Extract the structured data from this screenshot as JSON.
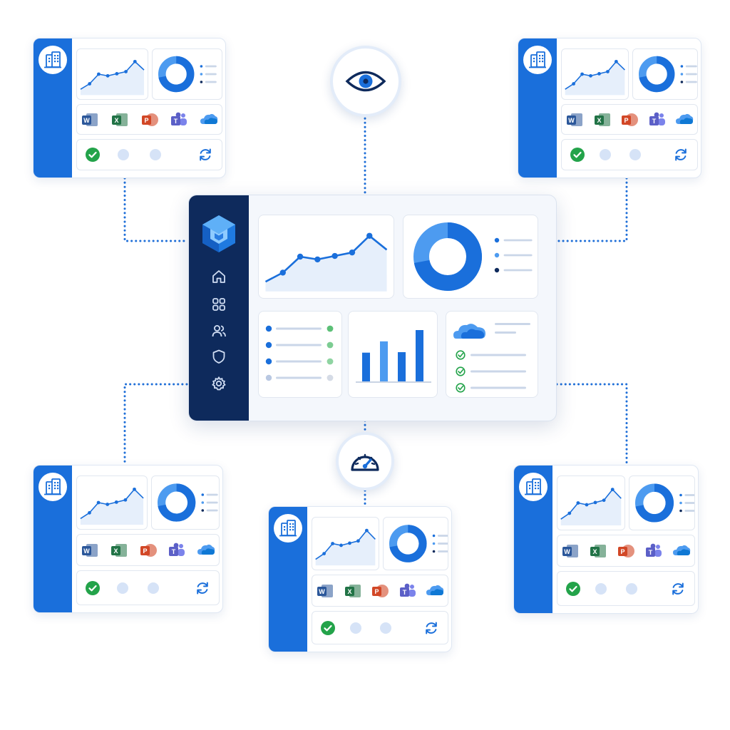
{
  "diagram": {
    "hub": {
      "nav_items": [
        "home-icon",
        "apps-grid-icon",
        "users-icon",
        "shield-icon",
        "gear-icon"
      ],
      "trend_points": [
        0.14,
        0.27,
        0.5,
        0.46,
        0.51,
        0.56,
        0.8,
        0.6
      ],
      "donut_share": 0.72,
      "bar_values": [
        0.56,
        0.78,
        0.57,
        1.0
      ],
      "list_rows": 4,
      "checklist_rows": 3
    },
    "monitors": [
      "eye-icon",
      "gauge-icon"
    ],
    "tenant_count": 5,
    "app_icons": [
      "word-icon",
      "excel-icon",
      "powerpoint-icon",
      "teams-icon",
      "onedrive-icon"
    ],
    "status_icons": [
      "check-icon",
      "status-dot",
      "status-dot",
      "sync-icon"
    ],
    "colors": {
      "brand_blue": "#1a6fdb",
      "navy": "#0e2a5c",
      "light_blue": "#4d9bf0",
      "success_green": "#23a34a",
      "connector": "#1f6fd8",
      "word": "#2b579a",
      "excel": "#217346",
      "powerpoint": "#d24726",
      "teams": "#5b5fc7",
      "onedrive": "#0f78d4"
    }
  }
}
